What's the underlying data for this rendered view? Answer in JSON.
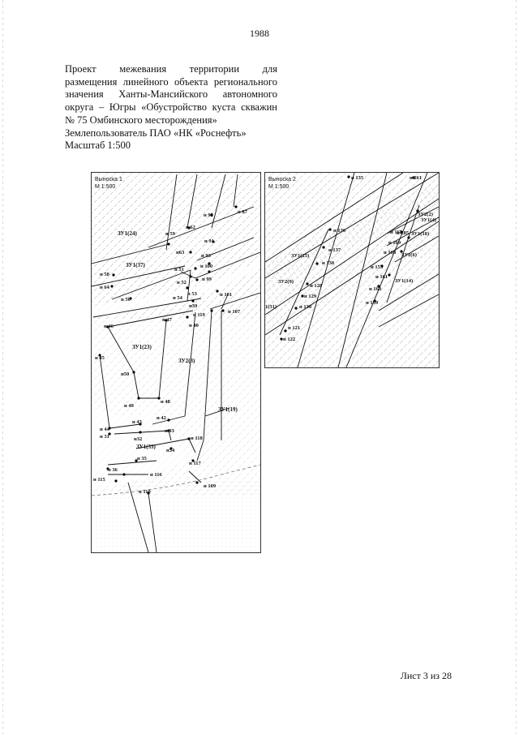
{
  "page_number": "1988",
  "header": {
    "lines": [
      "Проект межевания территории для",
      "размещения линейного объекта регионального",
      "значения Ханты-Мансийского автономного",
      "округа – Югры «Обустройство куста скважин",
      "№ 75 Омбинского месторождения»",
      "Землепользователь ПАО «НК «Роснефть»",
      "Масштаб 1:500"
    ]
  },
  "inset1": {
    "title": "Выноска 1",
    "scale": "М 1:500",
    "labels": [
      "ЗУ1(24)",
      "ЗУ1(37)",
      "ЗУ1(23)",
      "ЗУ2(3)",
      "ЗУ1(19)",
      "ЗУ1(33)",
      "н 92",
      "н 87",
      "н 62",
      "н 59",
      "н 91",
      "н63",
      "н 93",
      "н 51",
      "н 100",
      "н 58",
      "н 99",
      "н 64",
      "н 52",
      "н 53",
      "н 54",
      "н 50",
      "н 101",
      "н39",
      "н 119",
      "н 107",
      "н 47",
      "н 46",
      "н 40",
      "н 45",
      "н50",
      "н 49",
      "н 48",
      "н 43",
      "н 42",
      "н 44",
      "н 33",
      "н 31",
      "н32",
      "н 118",
      "н34",
      "н 35",
      "н 117",
      "н 36",
      "н 116",
      "н 115",
      "н 109",
      "н 110"
    ]
  },
  "inset2": {
    "title": "Выноска 2",
    "scale": "М 1:500",
    "labels": [
      "н 135",
      "н 261",
      "ЗУ1(4)",
      "ЗУ2(2)",
      "н 285",
      "н 136",
      "н 162",
      "ЗУ1(18)",
      "н 169",
      "н 137",
      "ЗУ1(25)",
      "н 168",
      "ЗУ2(6)",
      "н 138",
      "н 153",
      "ЗУ2(9)",
      "ЗУ1(14)",
      "н 128",
      "н 161",
      "н 160",
      "н 129",
      "1(31)",
      "н 130",
      "н 159",
      "н 121",
      "н 122"
    ]
  },
  "footer": "Лист 3 из 28"
}
